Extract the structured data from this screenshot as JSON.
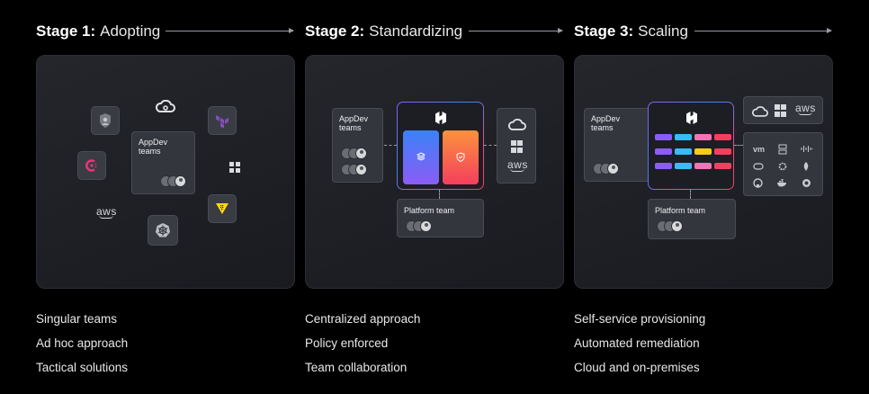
{
  "stages": [
    {
      "number": "Stage 1:",
      "name": "Adopting",
      "features": [
        "Singular teams",
        "Ad hoc approach",
        "Tactical solutions"
      ],
      "diagram": {
        "team_label": "AppDev\nteams",
        "aws_label": "aws"
      }
    },
    {
      "number": "Stage 2:",
      "name": "Standardizing",
      "features": [
        "Centralized approach",
        "Policy enforced",
        "Team collaboration"
      ],
      "diagram": {
        "team_label": "AppDev\nteams",
        "platform_label": "Platform team",
        "aws_label": "aws"
      }
    },
    {
      "number": "Stage 3:",
      "name": "Scaling",
      "features": [
        "Self-service provisioning",
        "Automated remediation",
        "Cloud and on-premises"
      ],
      "diagram": {
        "team_label": "AppDev\nteams",
        "platform_label": "Platform team",
        "aws_label": "aws",
        "vm_label": "vm"
      }
    }
  ],
  "colors": {
    "background": "#000000",
    "panel": "#1f2026",
    "consul_pink": "#e03875",
    "terraform_purple": "#844fba",
    "vault_yellow": "#ffd814",
    "card_purple_blue": [
      "#3b82f6",
      "#8b5cf6"
    ],
    "card_orange_pink": [
      "#fb923c",
      "#f43f5e"
    ],
    "pill_colors": [
      "#8b5cf6",
      "#38bdf8",
      "#facc15",
      "#f43f5e"
    ]
  },
  "icons": [
    "cloud-icon",
    "windows-icon",
    "aws-icon",
    "kubernetes-icon",
    "consul-icon",
    "terraform-icon",
    "vault-icon",
    "shield-icon",
    "hashicorp-icon",
    "vmware-icon",
    "github-icon",
    "docker-icon",
    "mongodb-icon",
    "cisco-icon"
  ]
}
